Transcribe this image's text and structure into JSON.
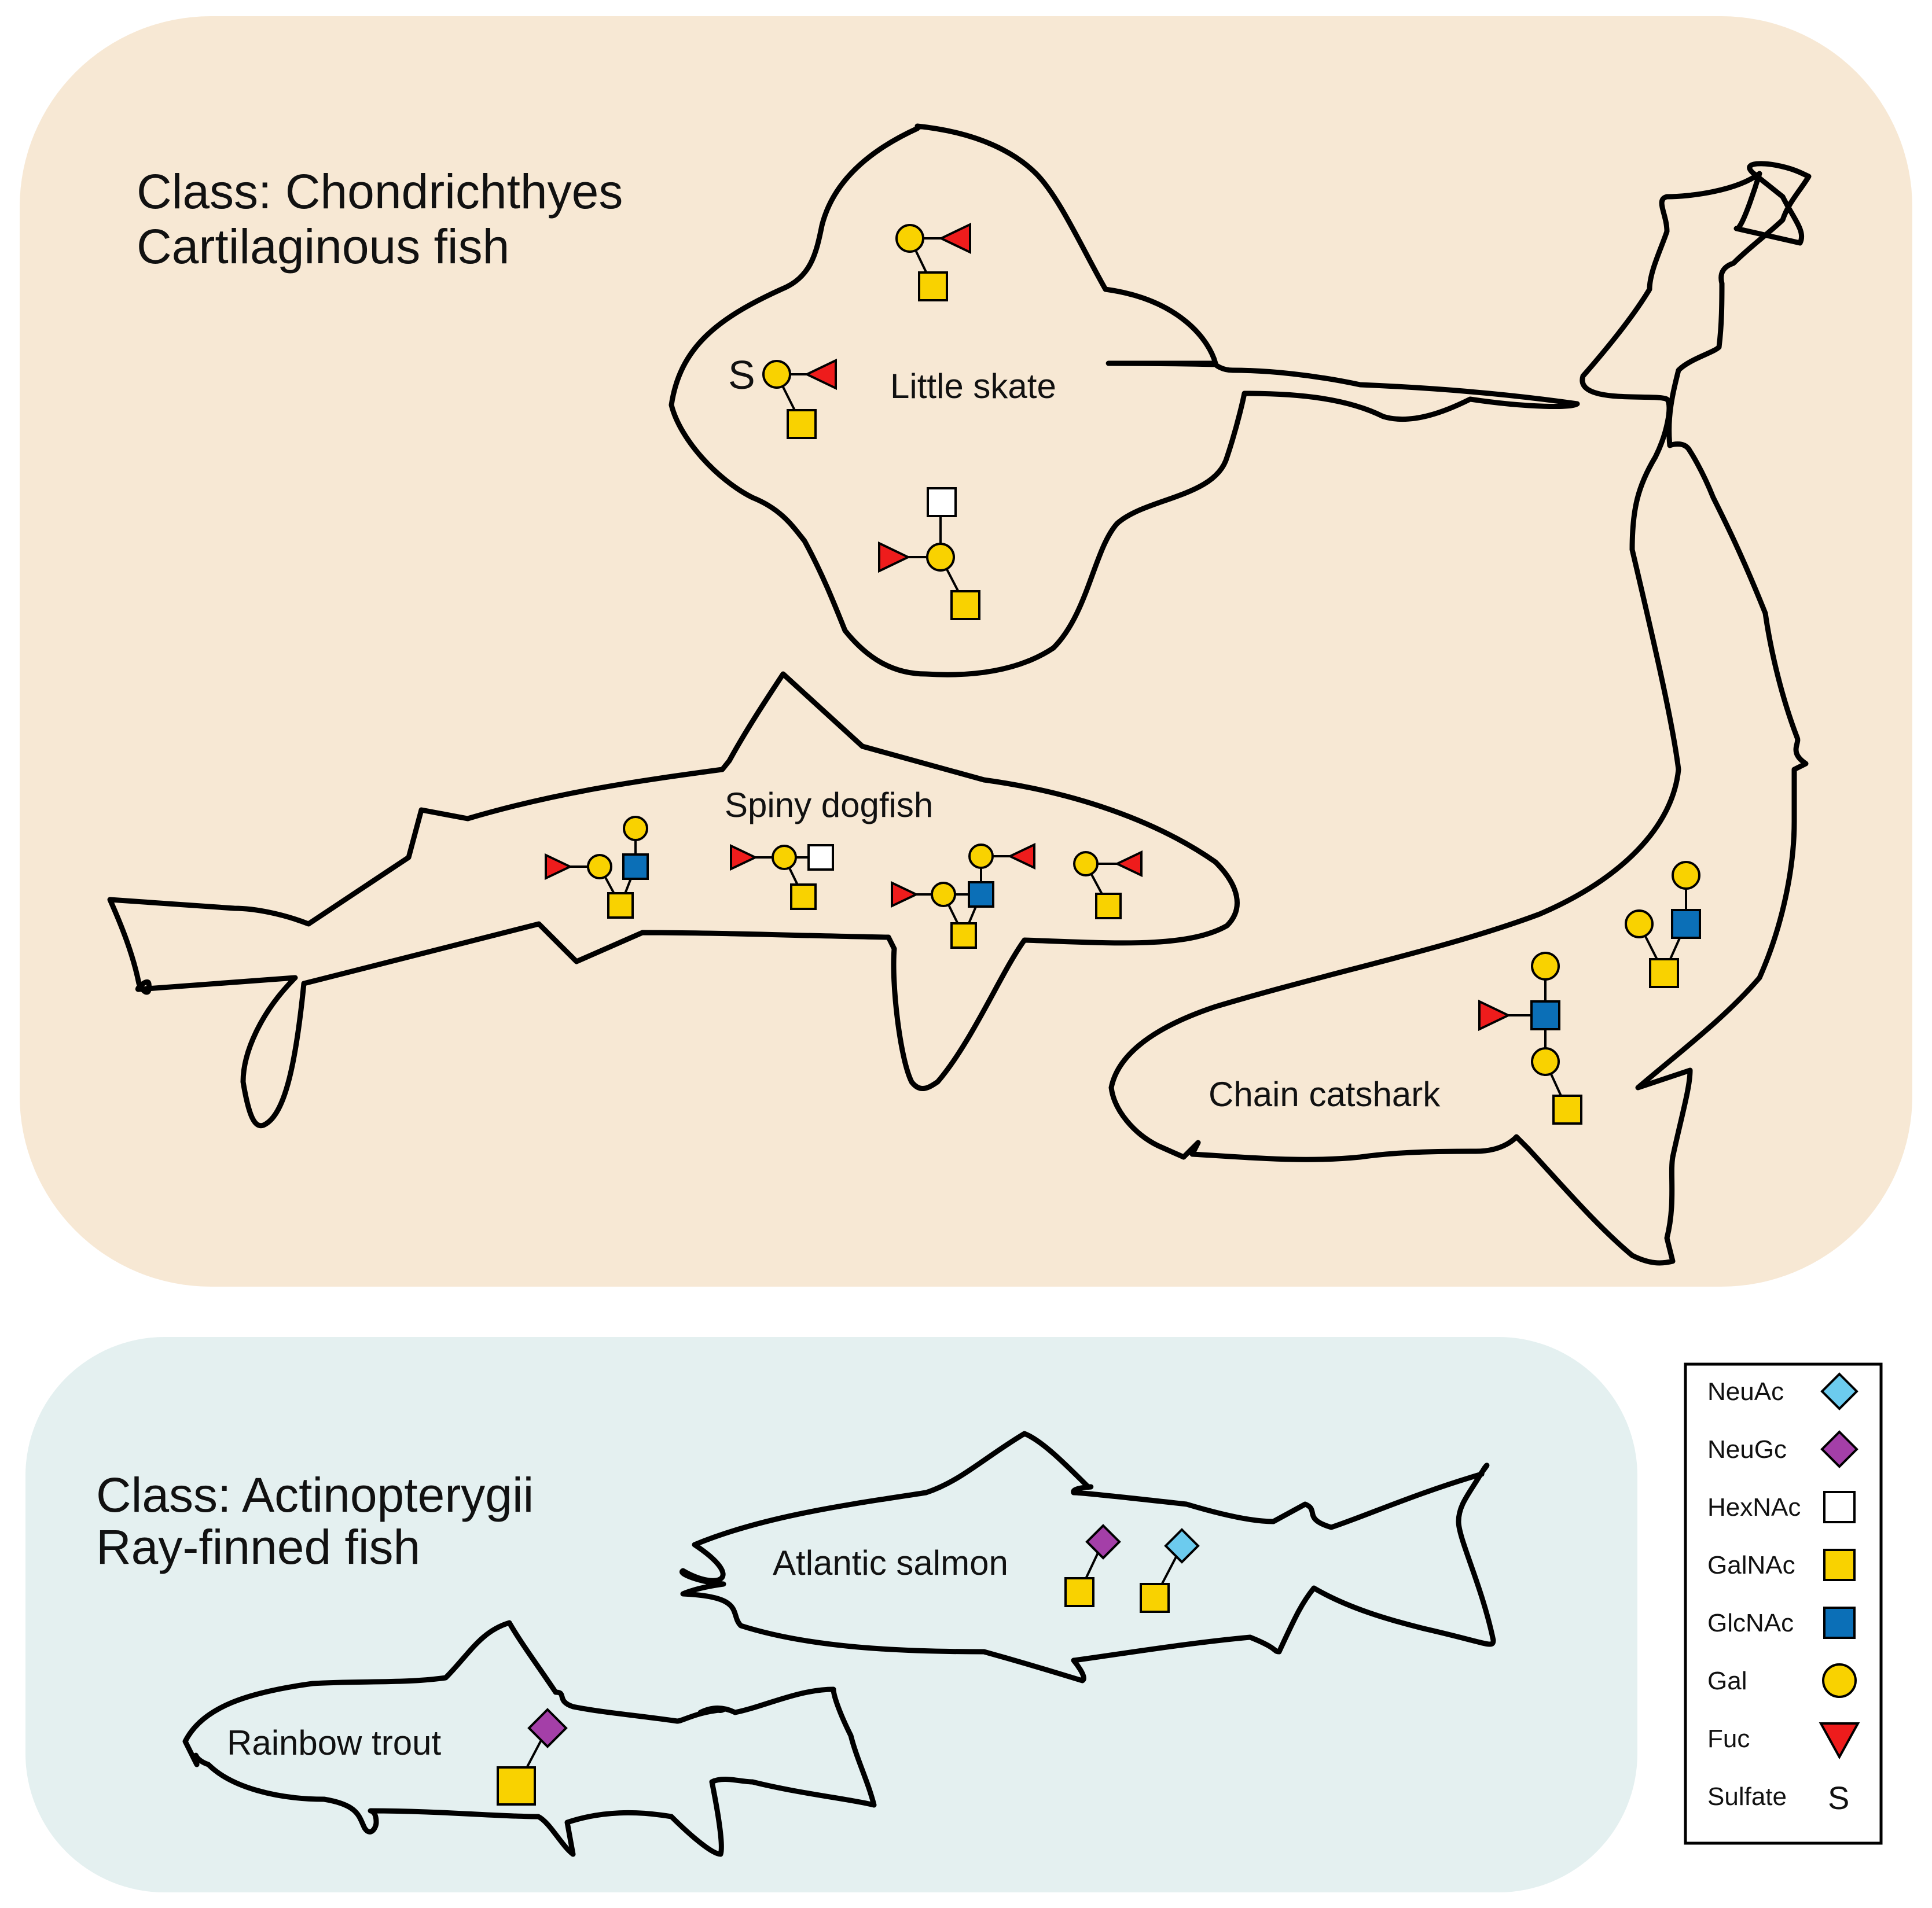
{
  "colors": {
    "chondrichthyes_panel": "#f7e8d4",
    "actinopterygii_panel": "#e4f0f0",
    "NeuAc": "#6ccbee",
    "NeuGc": "#a43fa8",
    "HexNAc": "#ffffff",
    "GalNAc": "#f9d200",
    "GlcNAc": "#0b6fb7",
    "Gal": "#f9d200",
    "Fuc": "#ee1c1c"
  },
  "panels": {
    "chondrichthyes": {
      "class_line": "Class: Chondrichthyes",
      "common_line": "Cartilaginous fish"
    },
    "actinopterygii": {
      "class_line": "Class: Actinopterygii",
      "common_line": "Ray-finned fish"
    }
  },
  "species": {
    "little_skate": "Little skate",
    "spiny_dogfish": "Spiny dogfish",
    "chain_catshark": "Chain catshark",
    "atlantic_salmon": "Atlantic salmon",
    "rainbow_trout": "Rainbow trout"
  },
  "glycan_symbols": {
    "sulfate_mark": "S"
  },
  "legend": {
    "items": [
      {
        "label": "NeuAc",
        "shape": "diamond",
        "icon": "neuac-diamond-icon",
        "color": "#6ccbee"
      },
      {
        "label": "NeuGc",
        "shape": "diamond",
        "icon": "neugc-diamond-icon",
        "color": "#a43fa8"
      },
      {
        "label": "HexNAc",
        "shape": "square",
        "icon": "hexnac-square-icon",
        "color": "#ffffff"
      },
      {
        "label": "GalNAc",
        "shape": "square",
        "icon": "galnac-square-icon",
        "color": "#f9d200"
      },
      {
        "label": "GlcNAc",
        "shape": "square",
        "icon": "glcnac-square-icon",
        "color": "#0b6fb7"
      },
      {
        "label": "Gal",
        "shape": "circle",
        "icon": "gal-circle-icon",
        "color": "#f9d200"
      },
      {
        "label": "Fuc",
        "shape": "triangle",
        "icon": "fuc-triangle-icon",
        "color": "#ee1c1c"
      },
      {
        "label": "Sulfate",
        "shape": "text",
        "icon": "sulfate-s-icon",
        "symbol": "S"
      }
    ]
  }
}
